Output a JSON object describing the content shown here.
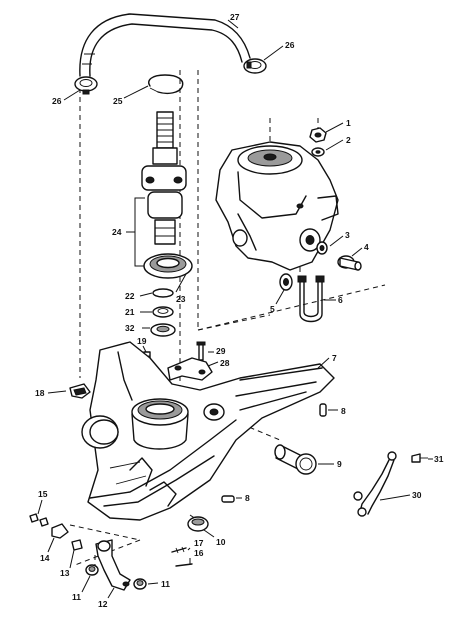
{
  "callouts": [
    {
      "id": "c1",
      "text": "1"
    },
    {
      "id": "c2",
      "text": "2"
    },
    {
      "id": "c3",
      "text": "3"
    },
    {
      "id": "c4",
      "text": "4"
    },
    {
      "id": "c5",
      "text": "5"
    },
    {
      "id": "c6",
      "text": "6"
    },
    {
      "id": "c7",
      "text": "7"
    },
    {
      "id": "c8a",
      "text": "8"
    },
    {
      "id": "c8b",
      "text": "8"
    },
    {
      "id": "c9",
      "text": "9"
    },
    {
      "id": "c10",
      "text": "10"
    },
    {
      "id": "c11a",
      "text": "11"
    },
    {
      "id": "c11b",
      "text": "11"
    },
    {
      "id": "c12",
      "text": "12"
    },
    {
      "id": "c13",
      "text": "13"
    },
    {
      "id": "c14",
      "text": "14"
    },
    {
      "id": "c15",
      "text": "15"
    },
    {
      "id": "c16",
      "text": "16"
    },
    {
      "id": "c17",
      "text": "17"
    },
    {
      "id": "c18",
      "text": "18"
    },
    {
      "id": "c19",
      "text": "19"
    },
    {
      "id": "c21",
      "text": "21"
    },
    {
      "id": "c22",
      "text": "22"
    },
    {
      "id": "c23",
      "text": "23"
    },
    {
      "id": "c24",
      "text": "24"
    },
    {
      "id": "c25",
      "text": "25"
    },
    {
      "id": "c26a",
      "text": "26"
    },
    {
      "id": "c26b",
      "text": "26"
    },
    {
      "id": "c27",
      "text": "27"
    },
    {
      "id": "c28",
      "text": "28"
    },
    {
      "id": "c29",
      "text": "29"
    },
    {
      "id": "c30",
      "text": "30"
    },
    {
      "id": "c31",
      "text": "31"
    },
    {
      "id": "c32",
      "text": "32"
    }
  ]
}
